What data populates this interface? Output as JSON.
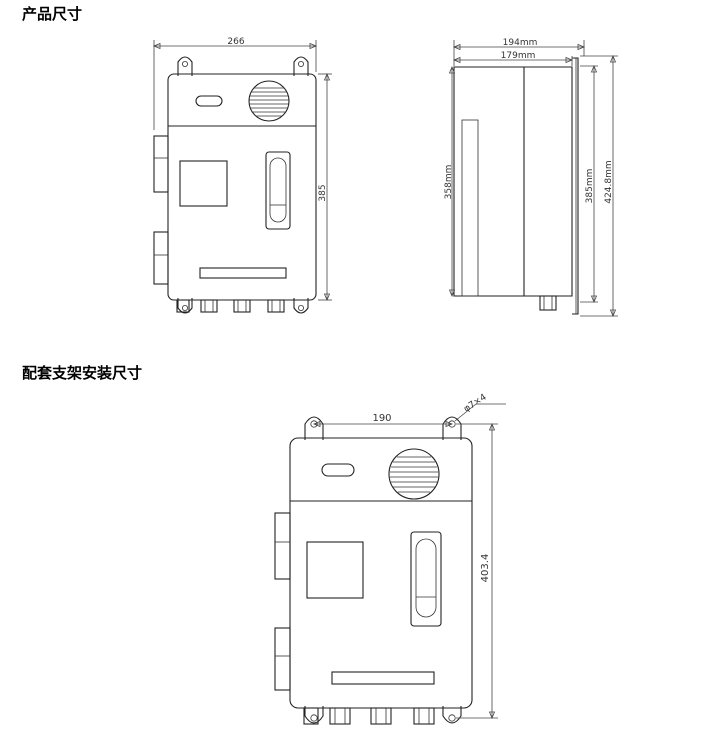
{
  "headings": {
    "product_dimensions": "产品尺寸",
    "bracket_dimensions": "配套支架安装尺寸"
  },
  "front_view": {
    "width_label": "266",
    "height_label": "385"
  },
  "side_view": {
    "depth_outer_label": "194mm",
    "depth_inner_label": "179mm",
    "height_inner_label": "358mm",
    "height_body_label": "385mm",
    "height_total_label": "424.8mm"
  },
  "bracket_view": {
    "hole_spacing_label": "190",
    "hole_label": "φ7×4",
    "height_label": "403.4"
  },
  "colors": {
    "line": "#222222",
    "background": "#ffffff"
  }
}
